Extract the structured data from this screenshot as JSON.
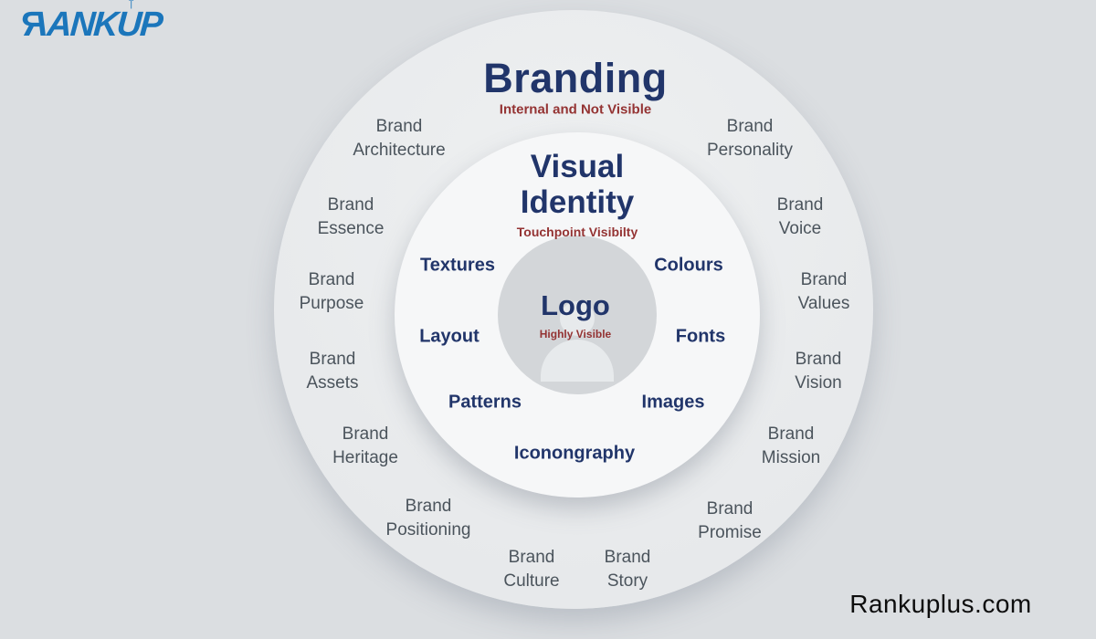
{
  "logo": {
    "r": "R",
    "mid": "ANK",
    "u": "U",
    "arrow": "↑",
    "p": "P",
    "color": "#1b76bb"
  },
  "watermark": {
    "text": "Rankuplus.com"
  },
  "colors": {
    "background": "#dbdee1",
    "outer_circle": "#e9ebed",
    "middle_circle": "#f6f7f8",
    "inner_circle": "#d3d6d9",
    "navy_text": "#21356a",
    "maroon_text": "#943333",
    "gray_label_text": "#4b545c",
    "logo_blue": "#1b76bb"
  },
  "diagram": {
    "outer_ring": {
      "title": "Branding",
      "subtitle": "Internal and Not Visible",
      "items": [
        {
          "text": "Brand\nArchitecture"
        },
        {
          "text": "Brand\nPersonality"
        },
        {
          "text": "Brand\nEssence"
        },
        {
          "text": "Brand\nVoice"
        },
        {
          "text": "Brand\nPurpose"
        },
        {
          "text": "Brand\nValues"
        },
        {
          "text": "Brand\nAssets"
        },
        {
          "text": "Brand\nVision"
        },
        {
          "text": "Brand\nHeritage"
        },
        {
          "text": "Brand\nMission"
        },
        {
          "text": "Brand\nPositioning"
        },
        {
          "text": "Brand\nPromise"
        },
        {
          "text": "Brand\nCulture"
        },
        {
          "text": "Brand\nStory"
        }
      ]
    },
    "middle_ring": {
      "title": "Visual\nIdentity",
      "subtitle": "Touchpoint Visibilty",
      "items": [
        {
          "text": "Textures"
        },
        {
          "text": "Colours"
        },
        {
          "text": "Layout"
        },
        {
          "text": "Fonts"
        },
        {
          "text": "Patterns"
        },
        {
          "text": "Images"
        },
        {
          "text": "Iconongraphy"
        }
      ]
    },
    "center": {
      "title": "Logo",
      "subtitle": "Highly Visible"
    }
  }
}
